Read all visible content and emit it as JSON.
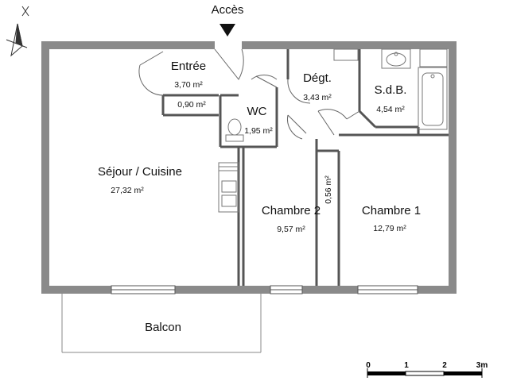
{
  "access": {
    "label": "Accès"
  },
  "rooms": {
    "entree": {
      "name": "Entrée",
      "area": "3,70 m²"
    },
    "placard": {
      "area": "0,90 m²"
    },
    "wc": {
      "name": "WC",
      "area": "1,95 m²"
    },
    "degt": {
      "name": "Dégt.",
      "area": "3,43 m²"
    },
    "sdb": {
      "name": "S.d.B.",
      "area": "4,54 m²"
    },
    "sejour": {
      "name": "Séjour / Cuisine",
      "area": "27,32 m²"
    },
    "chambre2": {
      "name": "Chambre 2",
      "area": "9,57 m²"
    },
    "chambre1": {
      "name": "Chambre 1",
      "area": "12,79 m²"
    },
    "placard2": {
      "area": "0,56 m²"
    },
    "balcon": {
      "name": "Balcon"
    }
  },
  "scale": {
    "ticks": [
      "0",
      "1",
      "2",
      "3m"
    ]
  },
  "colors": {
    "wall": "#8a8a8a",
    "line": "#555555",
    "fixture": "#777777"
  }
}
